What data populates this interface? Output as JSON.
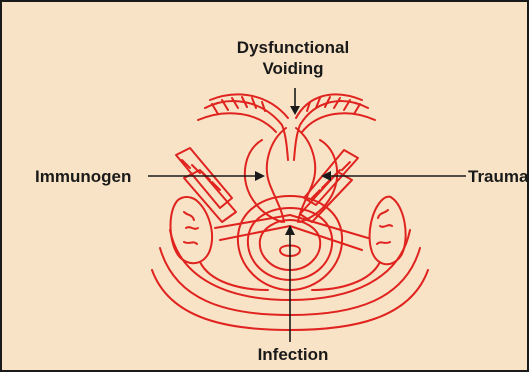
{
  "labels": {
    "top_line1": "Dysfunctional",
    "top_line2": "Voiding",
    "left": "Immunogen",
    "right": "Trauma",
    "bottom": "Infection"
  },
  "colors": {
    "background": "#f8e3c6",
    "border": "#1a1a1a",
    "drawing": "#e0231f",
    "text": "#1a1a1a"
  }
}
